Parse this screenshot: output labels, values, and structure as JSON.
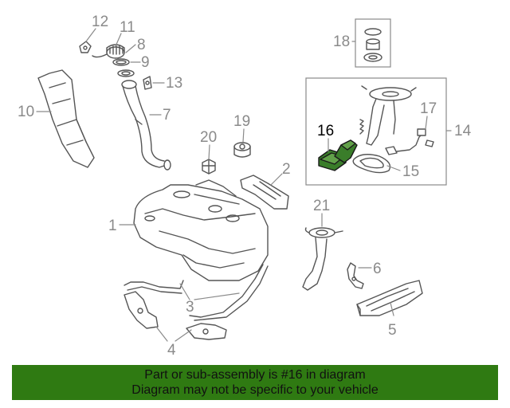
{
  "colors": {
    "callout_gray": "#8a8a8a",
    "highlight_callout": "#000000",
    "highlight_part": "#3a7d2a",
    "banner_bg": "#2f7a12",
    "banner_text": "#111111",
    "line_art": "#555555"
  },
  "diagram": {
    "callouts": [
      {
        "id": "1",
        "label": "1"
      },
      {
        "id": "2",
        "label": "2"
      },
      {
        "id": "3",
        "label": "3"
      },
      {
        "id": "4",
        "label": "4"
      },
      {
        "id": "5",
        "label": "5"
      },
      {
        "id": "6",
        "label": "6"
      },
      {
        "id": "7",
        "label": "7"
      },
      {
        "id": "8",
        "label": "8"
      },
      {
        "id": "9",
        "label": "9"
      },
      {
        "id": "10",
        "label": "10"
      },
      {
        "id": "11",
        "label": "11"
      },
      {
        "id": "12",
        "label": "12"
      },
      {
        "id": "13",
        "label": "13"
      },
      {
        "id": "14",
        "label": "14"
      },
      {
        "id": "15",
        "label": "15"
      },
      {
        "id": "16",
        "label": "16",
        "highlighted": true
      },
      {
        "id": "17",
        "label": "17"
      },
      {
        "id": "18",
        "label": "18"
      },
      {
        "id": "19",
        "label": "19"
      },
      {
        "id": "20",
        "label": "20"
      },
      {
        "id": "21",
        "label": "21"
      }
    ]
  },
  "banner": {
    "line1": "Part or sub-assembly is #16 in diagram",
    "line2": "Diagram may not be specific to your vehicle"
  }
}
